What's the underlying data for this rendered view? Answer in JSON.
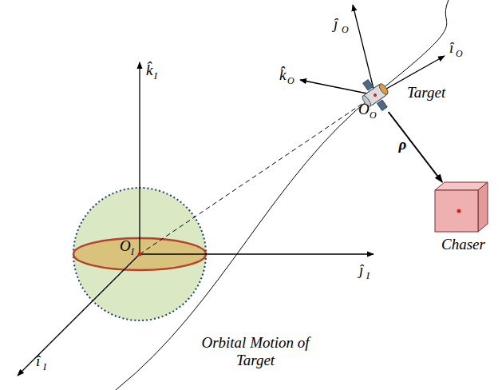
{
  "diagram": {
    "nodes": [
      {
        "text": [
          "Target"
        ]
      },
      {
        "text": [
          "Chaser"
        ]
      }
    ],
    "edges": [
      {
        "from": 0,
        "to": 1,
        "arrow": "to",
        "label": "ρ"
      }
    ],
    "labels": [
      "ĵ",
      "O",
      "î",
      "O",
      "k̂",
      "O",
      "O",
      "O",
      "k̂",
      "I",
      "O",
      "I",
      "ĵ",
      "I",
      "î",
      "I",
      "Orbital Motion of Target"
    ]
  }
}
